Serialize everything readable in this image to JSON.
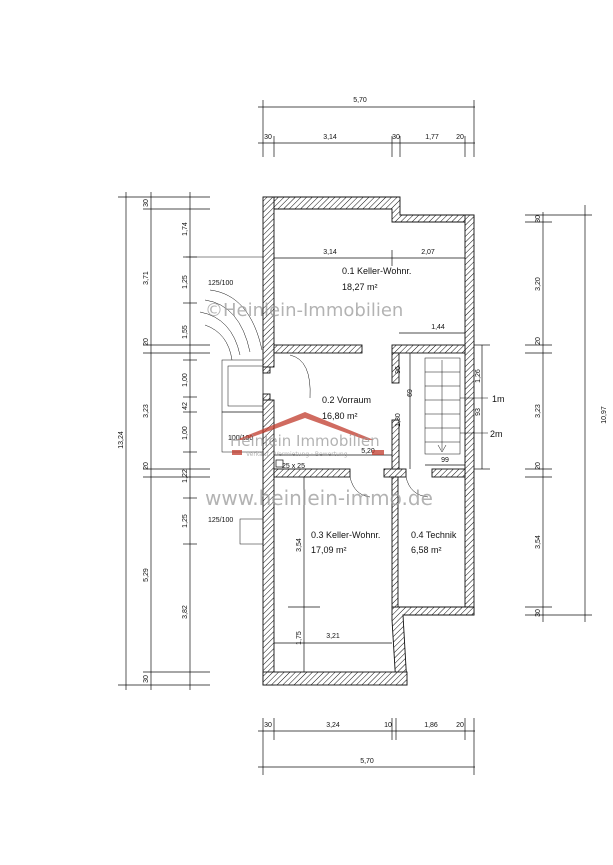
{
  "dimensions": {
    "top_overall": "5,70",
    "top_30a": "30",
    "top_314": "3,14",
    "top_30b": "30",
    "top_177": "1,77",
    "top_20": "20",
    "bottom_30": "30",
    "bottom_324": "3,24",
    "bottom_10": "10",
    "bottom_186": "1,86",
    "bottom_20": "20",
    "bottom_overall": "5,70",
    "left_overall": "13,24",
    "left_30a": "30",
    "left_371": "3,71",
    "left_20a": "20",
    "left_323": "3,23",
    "left_20b": "20",
    "left_529": "5,29",
    "left_30b": "30",
    "inner_174": "1,74",
    "inner_125a": "1,25",
    "inner_155": "1,55",
    "inner_100a": "1,00",
    "inner_42": "42",
    "inner_100b": "1,00",
    "inner_122": "1,22",
    "inner_125b": "1,25",
    "inner_382": "3,82",
    "right_overall": "10,97",
    "right_30a": "30",
    "right_320": "3,20",
    "right_20a": "20",
    "right_323": "3,23",
    "right_20b": "20",
    "right_354": "3,54",
    "right_30b": "30",
    "room_314": "3,14",
    "room_207": "2,07",
    "room_144": "1,44",
    "room_126": "1,26",
    "room_96": "96",
    "room_69": "69",
    "room_93": "93",
    "room_180": "1,80",
    "room_520": "5,20",
    "room_99": "99",
    "room_25x25": "25 x 25",
    "room_354": "3,54",
    "room_175": "1,75",
    "room_321": "3,21",
    "win_125_100a": "125/100",
    "win_100_100": "100/100",
    "win_125_100b": "125/100",
    "stair_1m": "1m",
    "stair_2m": "2m"
  },
  "rooms": [
    {
      "name": "0.1 Keller-Wohnr.",
      "area": "18,27 m²"
    },
    {
      "name": "0.2 Vorraum",
      "area": "16,80 m²"
    },
    {
      "name": "0.3 Keller-Wohnr.",
      "area": "17,09 m²"
    },
    {
      "name": "0.4 Technik",
      "area": "6,58 m²"
    }
  ],
  "watermarks": {
    "top": "©Heinlein-Immobilien",
    "logo_title": "Heinlein Immobilien",
    "logo_tagline": "Verkauf · Vermietung · Bewertung",
    "url": "www.heinlein-immo.de"
  },
  "colors": {
    "logo_accent": "#c0392b",
    "watermark_gray": "#9a9a9a"
  }
}
